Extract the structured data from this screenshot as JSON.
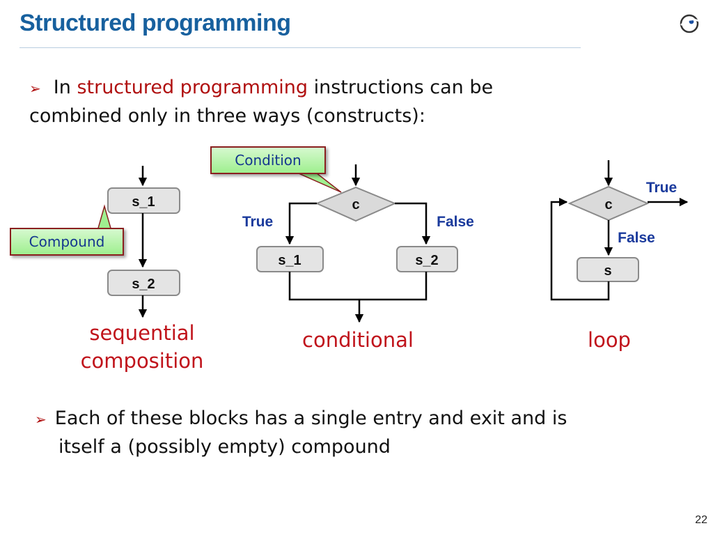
{
  "slide": {
    "title": "Structured programming",
    "page_number": "22"
  },
  "bullets": {
    "first_prefix": "In",
    "first_highlight": "structured programming",
    "first_suffix": "instructions can be",
    "first_line2": "combined only in three ways (constructs):",
    "second_line1": "Each of these blocks has a single entry and exit and is",
    "second_line2": "itself a (possibly empty) compound"
  },
  "sequential": {
    "box1": "s_1",
    "box2": "s_2",
    "caption_line1": "sequential",
    "caption_line2": "composition",
    "callout": "Compound"
  },
  "conditional": {
    "decision": "c",
    "true_label": "True",
    "false_label": "False",
    "box1": "s_1",
    "box2": "s_2",
    "caption": "conditional",
    "callout": "Condition"
  },
  "loop": {
    "decision": "c",
    "true_label": "True",
    "false_label": "False",
    "box": "s",
    "caption": "loop"
  },
  "colors": {
    "title": "#17609e",
    "highlight": "#b01010",
    "caption": "#c0131b",
    "edge_label": "#1a3a9c",
    "box_fill": "#e4e4e4",
    "callout_fill": "#9fef8f"
  }
}
